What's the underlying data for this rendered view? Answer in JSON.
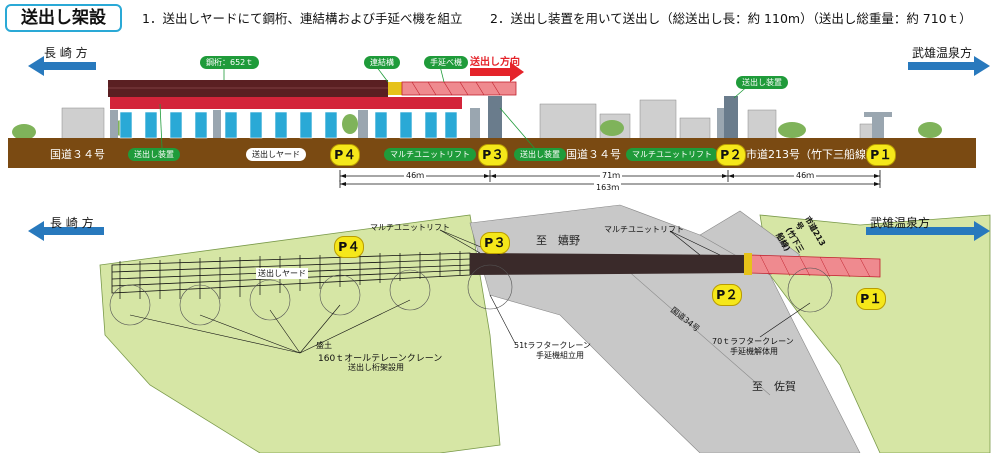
{
  "title": "送出し架設",
  "steps": [
    "1．送出しヤードにて鋼桁、連結構および手延べ機を組立",
    "2．送出し装置を用いて送出し（総送出し長：約 110m）（送出し総重量：約 710ｔ）"
  ],
  "directions": {
    "left": "長 崎 方",
    "right": "武雄温泉方"
  },
  "elevation": {
    "labels": {
      "steel_girder": "鋼桁：652ｔ",
      "connector": "連結構",
      "nose": "手延べ機",
      "launch_dir": "送出し方向",
      "launch_device": "送出し装置"
    },
    "ground_text": {
      "route34": "国道３４号",
      "launch_device_left": "送出し装置",
      "yard": "送出しヤード",
      "multi_lift_1": "マルチユニットリフト",
      "launch_device_mid": "送出し装置",
      "route34_b": "国道３４号",
      "multi_lift_2": "マルチユニットリフト",
      "city_road": "市道213号（竹下三船線）"
    },
    "piers": [
      "P４",
      "P３",
      "P２",
      "P１"
    ],
    "dims": [
      "46ｍ",
      "71ｍ",
      "46ｍ",
      "163ｍ"
    ]
  },
  "plan": {
    "piers": [
      "P４",
      "P３",
      "P２",
      "P１"
    ],
    "labels": {
      "multi_lift_a": "マルチユニットリフト",
      "multi_lift_b": "マルチユニットリフト",
      "to_ureshino": "至　嬉野",
      "to_saga": "至　佐賀",
      "yard": "送出しヤード",
      "route34": "国道34号",
      "city_road": "市道213号\n(竹下三船線)",
      "fill": "盛土",
      "crane160": "160ｔオールテレーンクレーン",
      "crane160_use": "送出し桁架設用",
      "crane51": "51tラフタークレーン",
      "crane51_use": "手延機組立用",
      "crane70": "70ｔラフタークレーン",
      "crane70_use": "手延機解体用"
    }
  },
  "colors": {
    "frame_blue": "#2aa9d6",
    "ground_brown": "#7a4a12",
    "pill_green": "#1f9b3a",
    "pier_yellow": "#f5e71a",
    "plan_green": "#d6e6a5",
    "road_grey": "#c8c8c8",
    "arrow_blue": "#2879bd",
    "arrow_red": "#e5232a"
  }
}
